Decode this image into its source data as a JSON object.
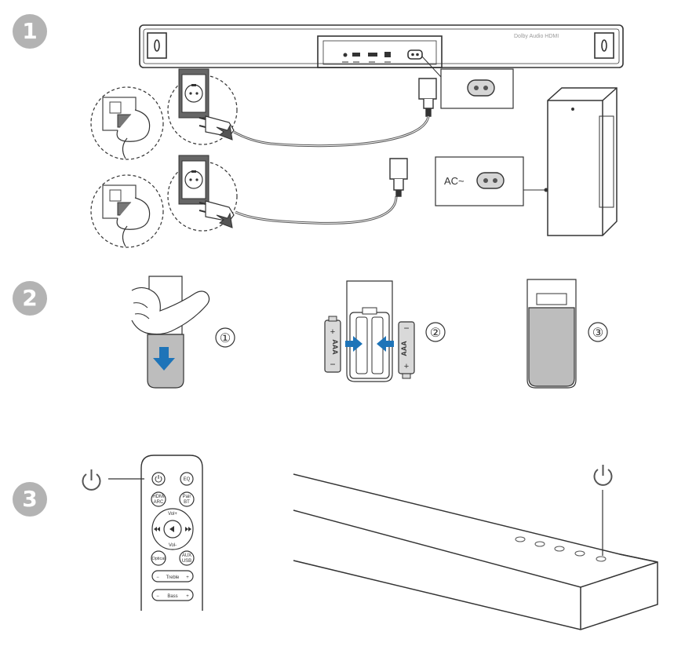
{
  "steps": {
    "one": "1",
    "two": "2",
    "three": "3"
  },
  "soundbar_rear": {
    "brand_marks": "Dolby Audio  HDMI"
  },
  "subwoofer": {
    "power_label": "AC~"
  },
  "battery": {
    "type_label": "AAA",
    "plus": "+",
    "minus": "−",
    "substeps": [
      "①",
      "②",
      "③"
    ]
  },
  "remote": {
    "buttons": {
      "eq": "EQ",
      "hdmi_arc_1": "HDMI",
      "hdmi_arc_2": "ARC",
      "pair_1": "Pair",
      "pair_2": "BT",
      "vol_plus": "Vol+",
      "vol_minus": "Vol-",
      "optical": "Optical",
      "aux_1": "AUX",
      "aux_2": "USB",
      "treble": "Treble",
      "bass": "Bass",
      "minus": "−",
      "plus": "+"
    }
  },
  "colors": {
    "step_circle": "#b3b3b3",
    "arrow_blue": "#1e74b8",
    "line": "#333333",
    "wall_socket": "#666666"
  }
}
